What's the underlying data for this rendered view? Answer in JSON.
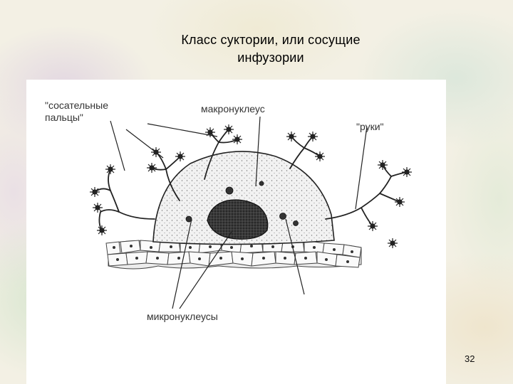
{
  "slide": {
    "title": "Класс суктории,  или  сосущие\nинфузории",
    "page_number": "32"
  },
  "diagram": {
    "labels": {
      "suction_fingers": "\"сосательные\nпальцы\"",
      "macronucleus": "макронуклеус",
      "arms": "\"руки\"",
      "micronuclei": "микронуклеусы"
    }
  }
}
